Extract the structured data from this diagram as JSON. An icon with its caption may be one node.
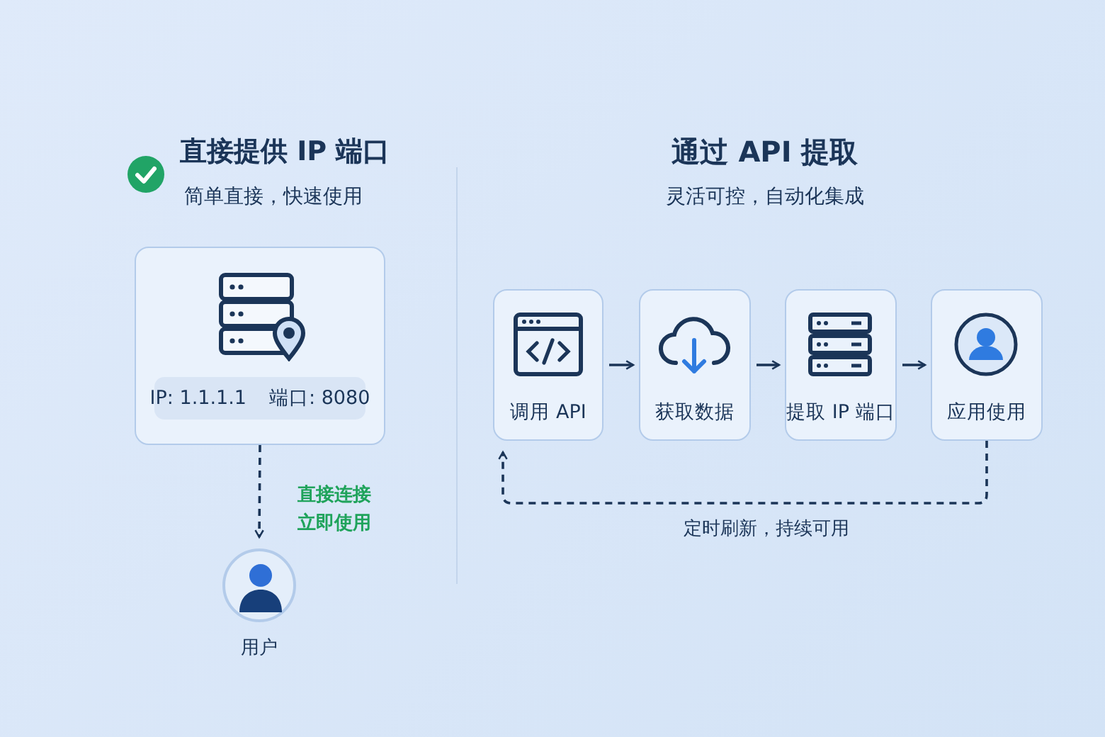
{
  "diagram": {
    "nodes": [
      {
        "text": [
          "IP: 1.1.1.1",
          "端口: 8080"
        ]
      },
      {
        "text": [],
        "shape": "person",
        "beside": [
          "用户"
        ]
      },
      {
        "text": [
          "调用 API"
        ]
      },
      {
        "text": [
          "获取数据"
        ]
      },
      {
        "text": [
          "提取 IP 端口"
        ]
      },
      {
        "text": [
          "应用使用"
        ]
      }
    ],
    "edges": [
      {
        "from": 0,
        "to": 1,
        "arrow": "to",
        "style": "dashed",
        "label": "直接连接立即使用"
      },
      {
        "from": 2,
        "to": 3,
        "arrow": "to"
      },
      {
        "from": 3,
        "to": 4,
        "arrow": "to"
      },
      {
        "from": 4,
        "to": 5,
        "arrow": "to"
      },
      {
        "from": 5,
        "to": 2,
        "arrow": "to",
        "style": "dashed",
        "label": "定时刷新，持续可用"
      }
    ],
    "labels": [
      "直接提供 IP 端口",
      "简单直接，快速使用",
      "通过 API 提取",
      "灵活可控，自动化集成"
    ]
  }
}
